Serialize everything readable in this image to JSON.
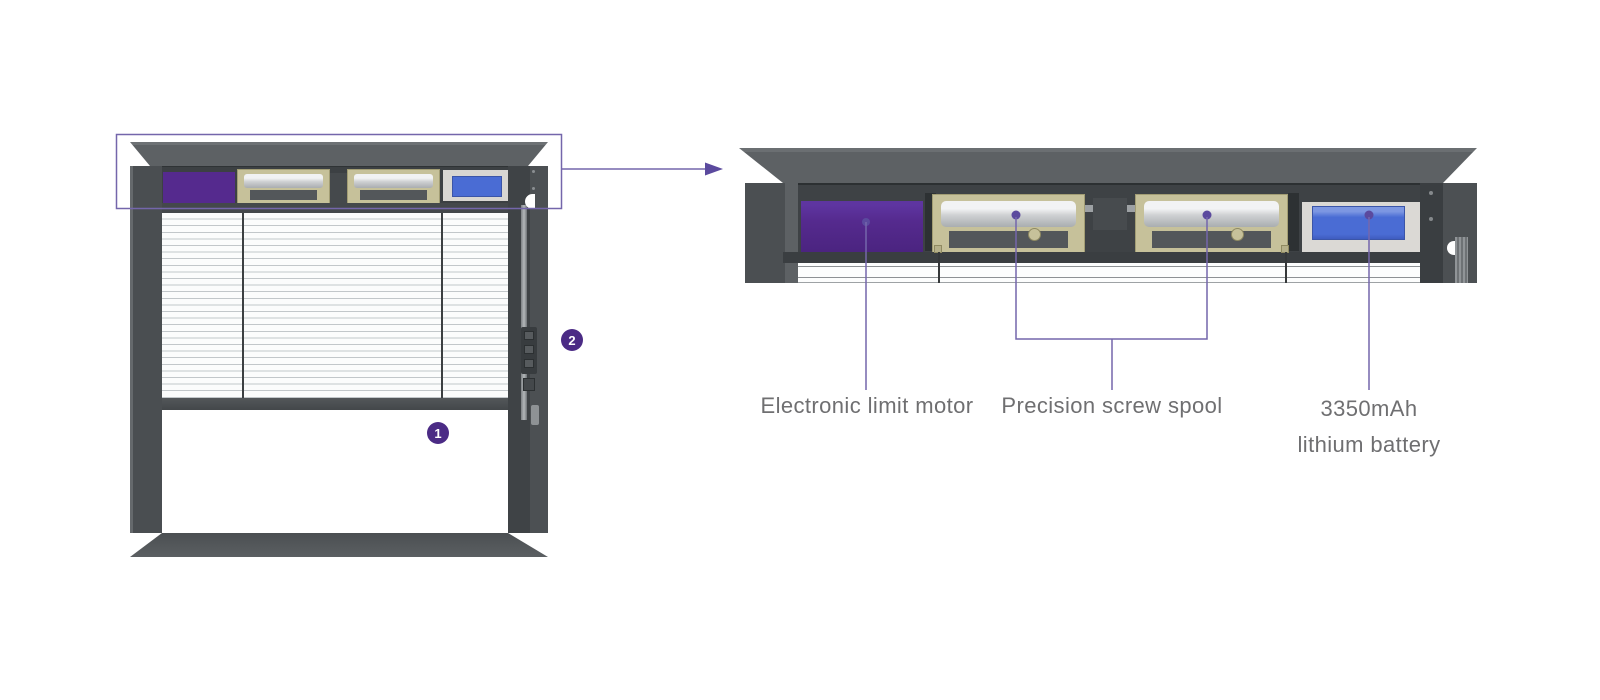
{
  "window_thumbnail": {
    "badge_1": "1",
    "badge_2": "2"
  },
  "headrail_detail": {
    "callouts": {
      "motor": "Electronic limit motor",
      "spool": "Precision screw spool",
      "battery_line1": "3350mAh",
      "battery_line2": "lithium battery"
    }
  },
  "colors": {
    "accent": "#7466ab",
    "accent_dark": "#5b4a9e",
    "badge": "#4b2b85",
    "motor": "#552a8e",
    "battery_blue": "#4a6cd4",
    "khaki": "#c6c19a",
    "label": "#6f6f71"
  }
}
